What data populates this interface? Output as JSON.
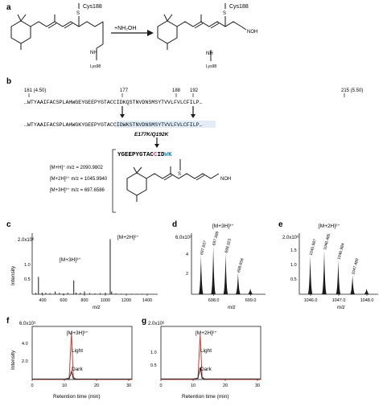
{
  "panels": {
    "a": {
      "label": "a",
      "left_cys": "Cys188",
      "left_lys": "Lys98",
      "reagent": "+NH₂OH",
      "right_cys": "Cys188",
      "right_lys": "Lys98",
      "oxime": "NOH"
    },
    "b": {
      "label": "b",
      "positions": [
        {
          "text": "161 (4.50)"
        },
        {
          "text": "177"
        },
        {
          "text": "188"
        },
        {
          "text": "192"
        },
        {
          "text": "215 (5.50)"
        }
      ],
      "seq1": "…WTYAAIFACSPLAHWGEYGEEPYGTACCIDKQSTNVDNSMSYTVVLFVLCFILP…",
      "seq2": "…WTYAAIFACSPLAHWGKYGEEPYGTACCIDWKSTNVDNSMSYTVVLFVLCFILP…",
      "mutation": "E177K/Q192K",
      "peptide": {
        "p1": "YGEEPYGTAC",
        "c": "C",
        "p2": "ID",
        "w": "W",
        "k": "K"
      },
      "ions": [
        "[M+H]⁺ m/z = 2090.9802",
        "[M+2H]²⁺ m/z = 1045.9940",
        "[M+3H]³⁺ m/z = 697.6586"
      ],
      "oxime": "NOH"
    },
    "c": {
      "label": "c",
      "ylabel": "Intensity",
      "xlabel": "m/z",
      "ymax_label": "2.0x10⁶",
      "yticks": [
        "1.0",
        "0.5"
      ],
      "xticks": [
        "400",
        "600",
        "800",
        "1000",
        "1200",
        "1400"
      ],
      "ann1": "[M+3H]³⁺",
      "ann2": "[M+2H]²⁺"
    },
    "d": {
      "label": "d",
      "title": "[M+3H]³⁺",
      "ymax_label": "6.0x10⁵",
      "yticks": [
        "4",
        "2"
      ],
      "xticks": [
        "698.0",
        "699.0"
      ],
      "xlabel": "m/z",
      "peak_labels": [
        "697.657",
        "697.989",
        "698.323",
        "698.658"
      ]
    },
    "e": {
      "label": "e",
      "title": "[M+2H]²⁺",
      "ymax_label": "2.0x10⁶",
      "yticks": [
        "1.5",
        "1.0",
        "0.5"
      ],
      "xticks": [
        "1046.0",
        "1047.0",
        "1048.0"
      ],
      "xlabel": "m/z",
      "peak_labels": [
        "1045.987",
        "1046.485",
        "1046.984",
        "1047.489"
      ]
    },
    "f": {
      "label": "f",
      "ylabel": "Intensity",
      "ymax_label": "6.0x10⁵",
      "yticks": [
        "4.0",
        "2.0"
      ],
      "xticks": [
        "0",
        "10",
        "20",
        "30"
      ],
      "xlabel": "Retention time (min)",
      "title": "[M+3H]³⁺",
      "light": "Light",
      "dark": "Dark"
    },
    "g": {
      "label": "g",
      "ymax_label": "2.0x10⁶",
      "yticks": [
        "1.0",
        "0.5"
      ],
      "xticks": [
        "0",
        "10",
        "20",
        "30"
      ],
      "xlabel": "Retention time (min)",
      "title": "[M+2H]²⁺",
      "light": "Light",
      "dark": "Dark"
    }
  },
  "chart_data": [
    {
      "type": "bar",
      "panel": "c",
      "title": "",
      "xlabel": "m/z",
      "ylabel": "Intensity",
      "xlim": [
        300,
        1500
      ],
      "ylim": [
        0,
        2.1
      ],
      "x": [
        335,
        360,
        395,
        430,
        470,
        520,
        560,
        600,
        640,
        697.7,
        720,
        760,
        800,
        850,
        900,
        950,
        1000,
        1046,
        1060,
        1100,
        1150,
        1200,
        1250,
        1300,
        1350,
        1400,
        1450
      ],
      "values": [
        0.05,
        0.63,
        0.06,
        0.05,
        0.04,
        0.1,
        0.05,
        0.03,
        0.05,
        0.5,
        0.06,
        0.05,
        0.1,
        0.04,
        0.03,
        0.04,
        0.06,
        2.0,
        0.1,
        0.03,
        0.02,
        0.02,
        0.02,
        0.02,
        0.02,
        0.02,
        0.01
      ]
    },
    {
      "type": "bar",
      "panel": "d",
      "title": "[M+3H]³⁺",
      "xlabel": "m/z",
      "xlim": [
        697.4,
        699.4
      ],
      "ylim": [
        0,
        6.2
      ],
      "x": [
        697.657,
        697.989,
        698.323,
        698.658,
        698.99
      ],
      "values": [
        4.2,
        5.2,
        4.4,
        2.3,
        0.6
      ]
    },
    {
      "type": "bar",
      "panel": "e",
      "title": "[M+2H]²⁺",
      "xlabel": "m/z",
      "xlim": [
        1045.6,
        1048.4
      ],
      "ylim": [
        0,
        2.1
      ],
      "x": [
        1045.987,
        1046.485,
        1046.984,
        1047.489,
        1047.99
      ],
      "values": [
        1.4,
        1.6,
        1.25,
        0.7,
        0.2
      ]
    },
    {
      "type": "line",
      "panel": "f",
      "xlabel": "Retention time (min)",
      "ylabel": "Intensity",
      "xlim": [
        0,
        31
      ],
      "ylim": [
        0,
        6.2
      ],
      "series": [
        {
          "name": "Light",
          "x": [
            0,
            10,
            11.5,
            12.2,
            12.8,
            13.5,
            15,
            31
          ],
          "values": [
            0,
            0,
            0.2,
            5.8,
            0.3,
            0.05,
            0,
            0
          ]
        },
        {
          "name": "Dark",
          "x": [
            0,
            10,
            11.5,
            12.2,
            12.8,
            13.5,
            15,
            31
          ],
          "values": [
            0.05,
            0.05,
            0.1,
            1.0,
            0.1,
            0.05,
            0.05,
            0.05
          ]
        }
      ]
    },
    {
      "type": "line",
      "panel": "g",
      "xlabel": "Retention time (min)",
      "xlim": [
        0,
        31
      ],
      "ylim": [
        0,
        2.1
      ],
      "series": [
        {
          "name": "Light",
          "x": [
            0,
            10,
            11.5,
            12.2,
            12.8,
            13.5,
            15,
            31
          ],
          "values": [
            0,
            0,
            0.05,
            1.9,
            0.1,
            0.02,
            0,
            0
          ]
        },
        {
          "name": "Dark",
          "x": [
            0,
            10,
            11.5,
            12.2,
            12.8,
            13.5,
            15,
            31
          ],
          "values": [
            0.02,
            0.02,
            0.05,
            0.5,
            0.05,
            0.02,
            0.02,
            0.02
          ]
        }
      ]
    }
  ],
  "colors": {
    "ink": "#1a1a1a",
    "light_trace": "#d43a2f",
    "dark_trace": "#222222",
    "seq_blue": "#1f6fb4",
    "cys_pink": "#d2388f",
    "lys_cyan": "#1aa3c9"
  }
}
